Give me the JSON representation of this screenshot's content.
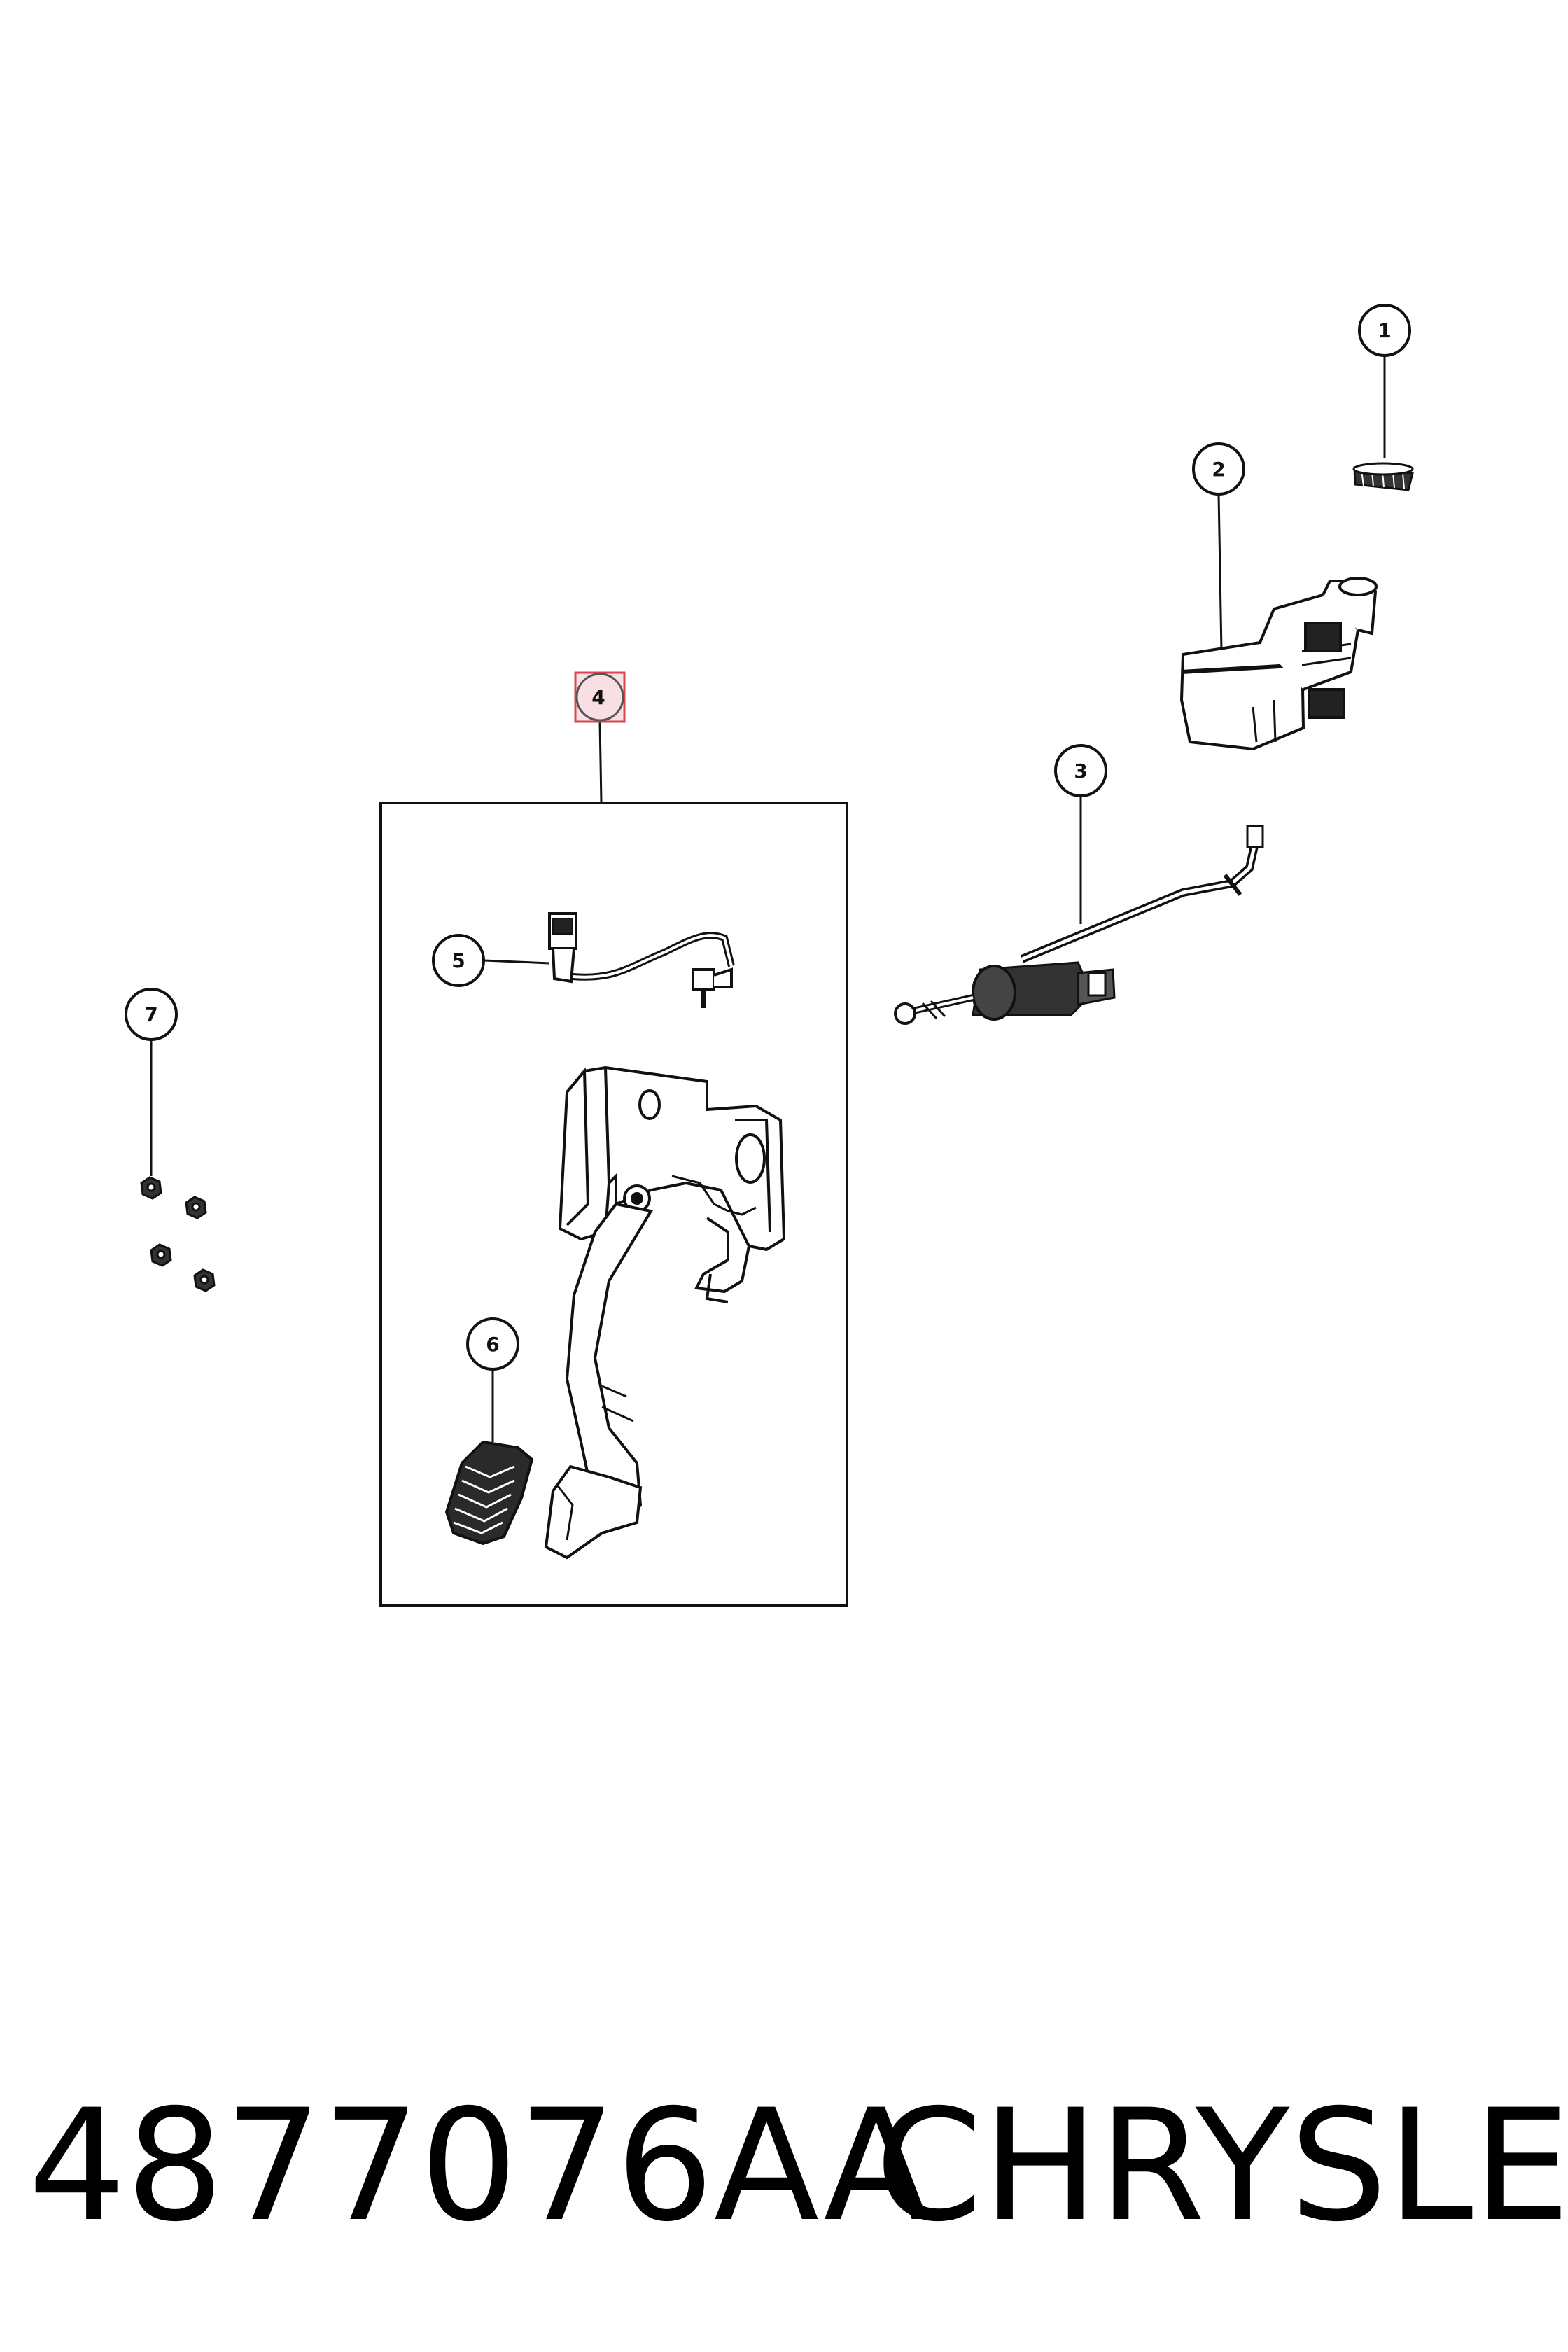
{
  "callouts": [
    "1",
    "2",
    "3",
    "4",
    "5",
    "6",
    "7"
  ],
  "highlighted_callout": "4",
  "footer": {
    "part_number": "4877076AA",
    "brand": "CHRYSLER"
  },
  "colors": {
    "line": "#111111",
    "highlight_fill": "#f7dfe3",
    "highlight_border": "#d9434e",
    "background": "#ffffff"
  }
}
